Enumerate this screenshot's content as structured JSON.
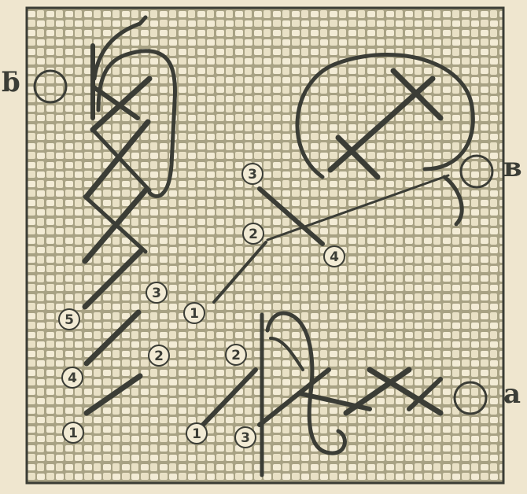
{
  "side_labels": {
    "b": "ƃ",
    "v": "в",
    "a": "а"
  },
  "colors": {
    "paper": "#efe6cf",
    "fabric": "#c9c4a4",
    "weave_cell": "#f3ecd6",
    "ink": "#3b3d36",
    "thread": "#4a4c40",
    "badge_fill": "#f2ebd5"
  },
  "panel_b": {
    "numbers": [
      "5",
      "3",
      "4",
      "2",
      "1"
    ]
  },
  "panel_v": {
    "numbers": [
      "3",
      "2",
      "4",
      "1"
    ]
  },
  "panel_a": {
    "numbers": [
      "2",
      "1",
      "3"
    ]
  }
}
